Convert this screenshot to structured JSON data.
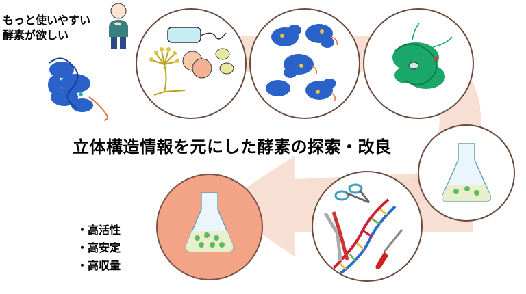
{
  "speech": {
    "line1": "もっと使いやすい",
    "line2": "酵素が欲しい"
  },
  "title": "立体構造情報を元にした酵素の探索・改良",
  "results": [
    "・高活性",
    "・高安定",
    "・高収量"
  ],
  "colors": {
    "arrow": "#f6d9cc",
    "circle_border": "#6b4a3e",
    "result_circle": "#f3a486",
    "protein_blue": "#2a62c9",
    "protein_green": "#1aa86a",
    "flask_liquid": "#e8efcd",
    "bead": "#5dbb5d"
  },
  "icons": [
    "person-icon",
    "protein-structure-icon",
    "microbe-cluster-icon",
    "multiple-protein-structures-icon",
    "green-protein-structure-icon",
    "flask-icon",
    "gene-editing-tools-icon",
    "result-flask-icon"
  ]
}
